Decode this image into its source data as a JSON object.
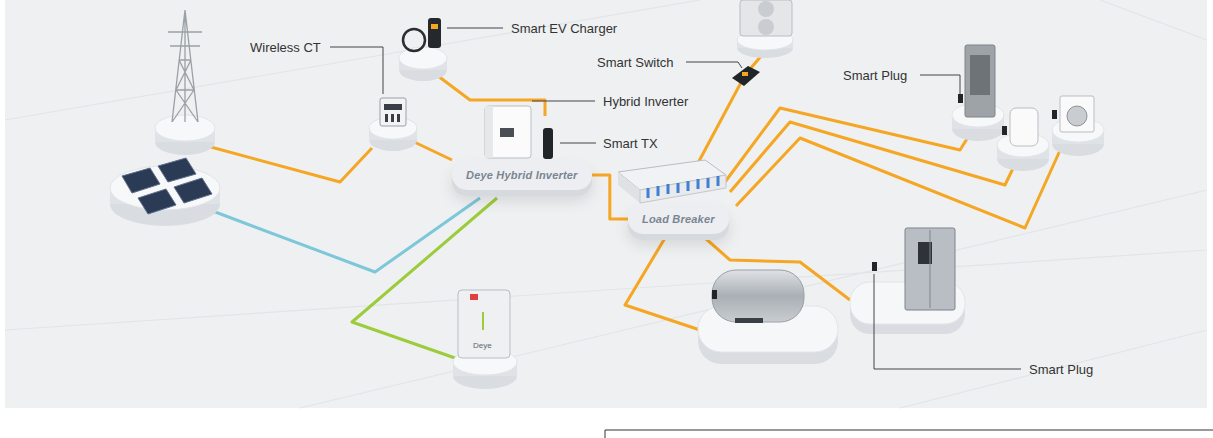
{
  "diagram": {
    "nodes": [
      {
        "text": [
          "Deye Hybrid Inverter"
        ]
      },
      {
        "text": [
          "Load Breaker"
        ]
      }
    ],
    "edges": [
      {
        "from": 0,
        "to": 1,
        "arrow": "none"
      }
    ],
    "labels": [
      "Smart EV Charger",
      "Wireless CT",
      "Smart Switch",
      "Hybrid Inverter",
      "Smart Plug",
      "Smart TX",
      "Deye",
      "Smart Plug"
    ]
  }
}
